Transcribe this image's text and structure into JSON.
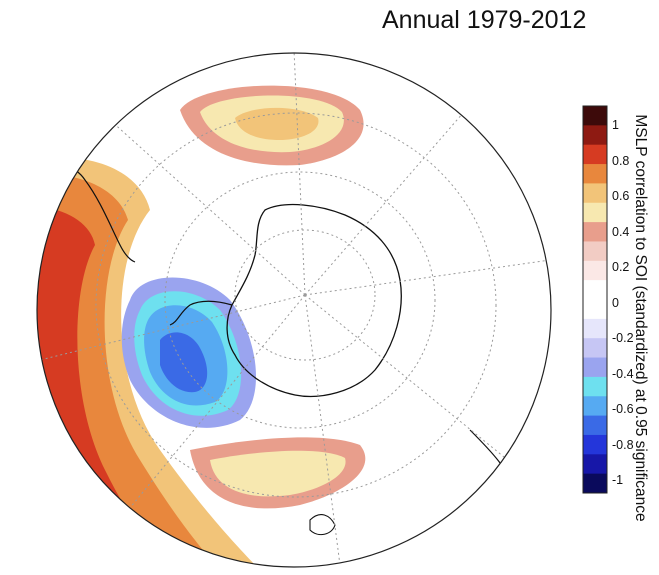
{
  "title": "Annual 1979-2012",
  "colorbar": {
    "label": "MSLP correlation to SOI (standardized) at 0.95 significance",
    "ticks": [
      "1",
      "0.8",
      "0.6",
      "0.4",
      "0.2",
      "0",
      "-0.2",
      "-0.4",
      "-0.6",
      "-0.8",
      "-1"
    ],
    "colors": [
      "#3d0a0a",
      "#8e1a12",
      "#d63b22",
      "#e8873d",
      "#f2c479",
      "#f7e8b0",
      "#e89e8c",
      "#f2ccc4",
      "#fbe8e6",
      "#ffffff",
      "#ffffff",
      "#e6e6fb",
      "#c6c6f4",
      "#9aa4ef",
      "#6ee0ef",
      "#56aaf2",
      "#3a6ae6",
      "#2436da",
      "#1717a8",
      "#0a0a5c"
    ]
  },
  "map": {
    "projection": "orthographic, south polar view",
    "region": "Southern Hemisphere with Antarctica at center",
    "gridlines": "dotted",
    "colors": {
      "ocean_background": "#ffffff",
      "coastline": "#111111",
      "grid": "#9a9a9a"
    }
  }
}
